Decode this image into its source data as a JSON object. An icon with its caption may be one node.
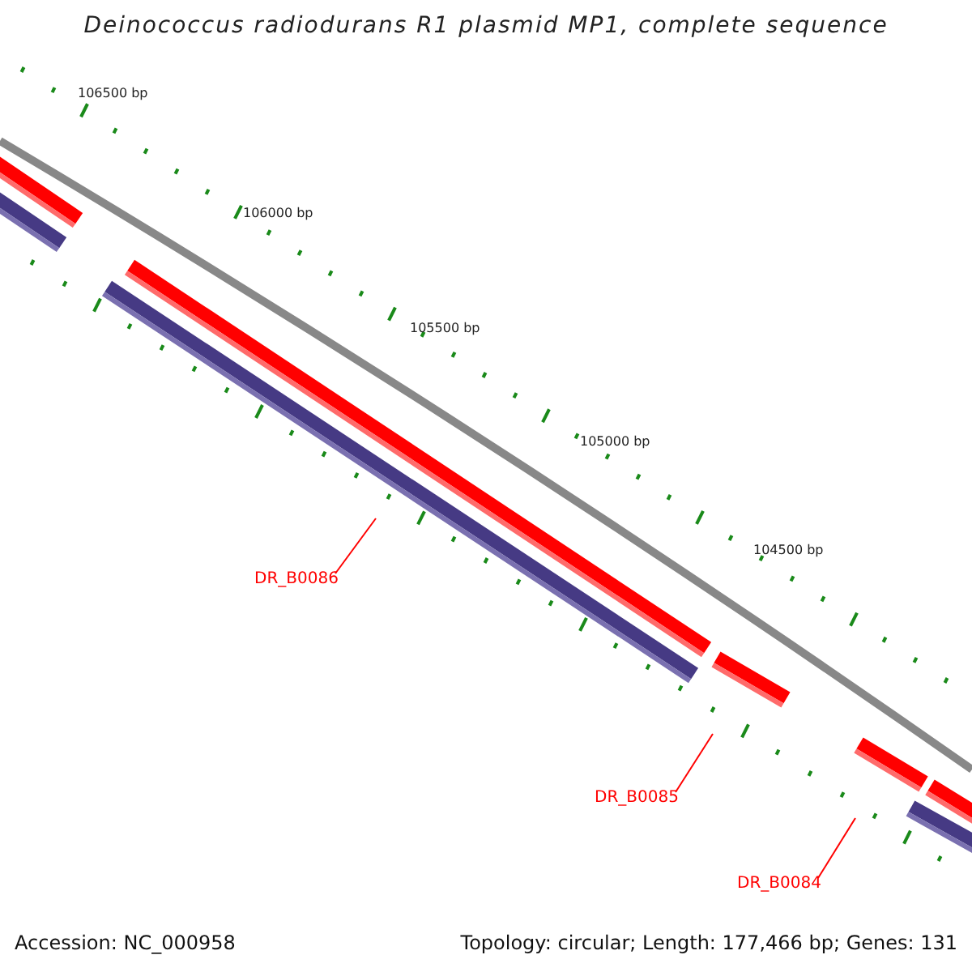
{
  "diagram": {
    "title": "Deinococcus radiodurans R1 plasmid MP1, complete sequence",
    "nodes": [
      {
        "text": [
          "DR_B0086"
        ]
      },
      {
        "text": [],
        "shape": "bar"
      },
      {
        "text": [
          "DR_B0085"
        ]
      },
      {
        "text": [],
        "shape": "bar"
      },
      {
        "text": [
          "DR_B0084"
        ]
      },
      {
        "text": [],
        "shape": "bar"
      }
    ],
    "edges": [
      {
        "from": 0,
        "to": 1,
        "arrow": "none"
      },
      {
        "from": 2,
        "to": 3,
        "arrow": "none"
      },
      {
        "from": 4,
        "to": 5,
        "arrow": "none"
      }
    ],
    "labels": [
      "106500 bp",
      "106000 bp",
      "105500 bp",
      "105000 bp",
      "104500 bp",
      "Accession: NC_000958",
      "Topology: circular; Length: 177,466 bp; Genes: 131"
    ]
  }
}
